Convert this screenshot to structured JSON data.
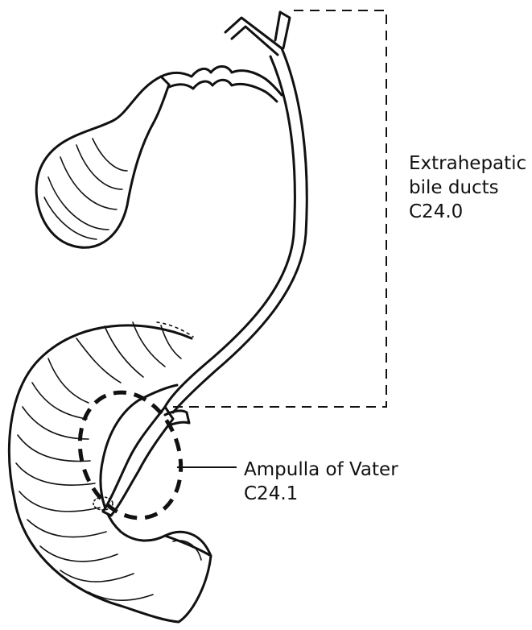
{
  "labels": {
    "extrahepatic": {
      "line1": "Extrahepatic",
      "line2": "bile ducts",
      "code": "C24.0"
    },
    "ampulla": {
      "line1": "Ampulla of Vater",
      "code": "C24.1"
    }
  },
  "colors": {
    "ink": "#111111",
    "background": "#ffffff"
  }
}
